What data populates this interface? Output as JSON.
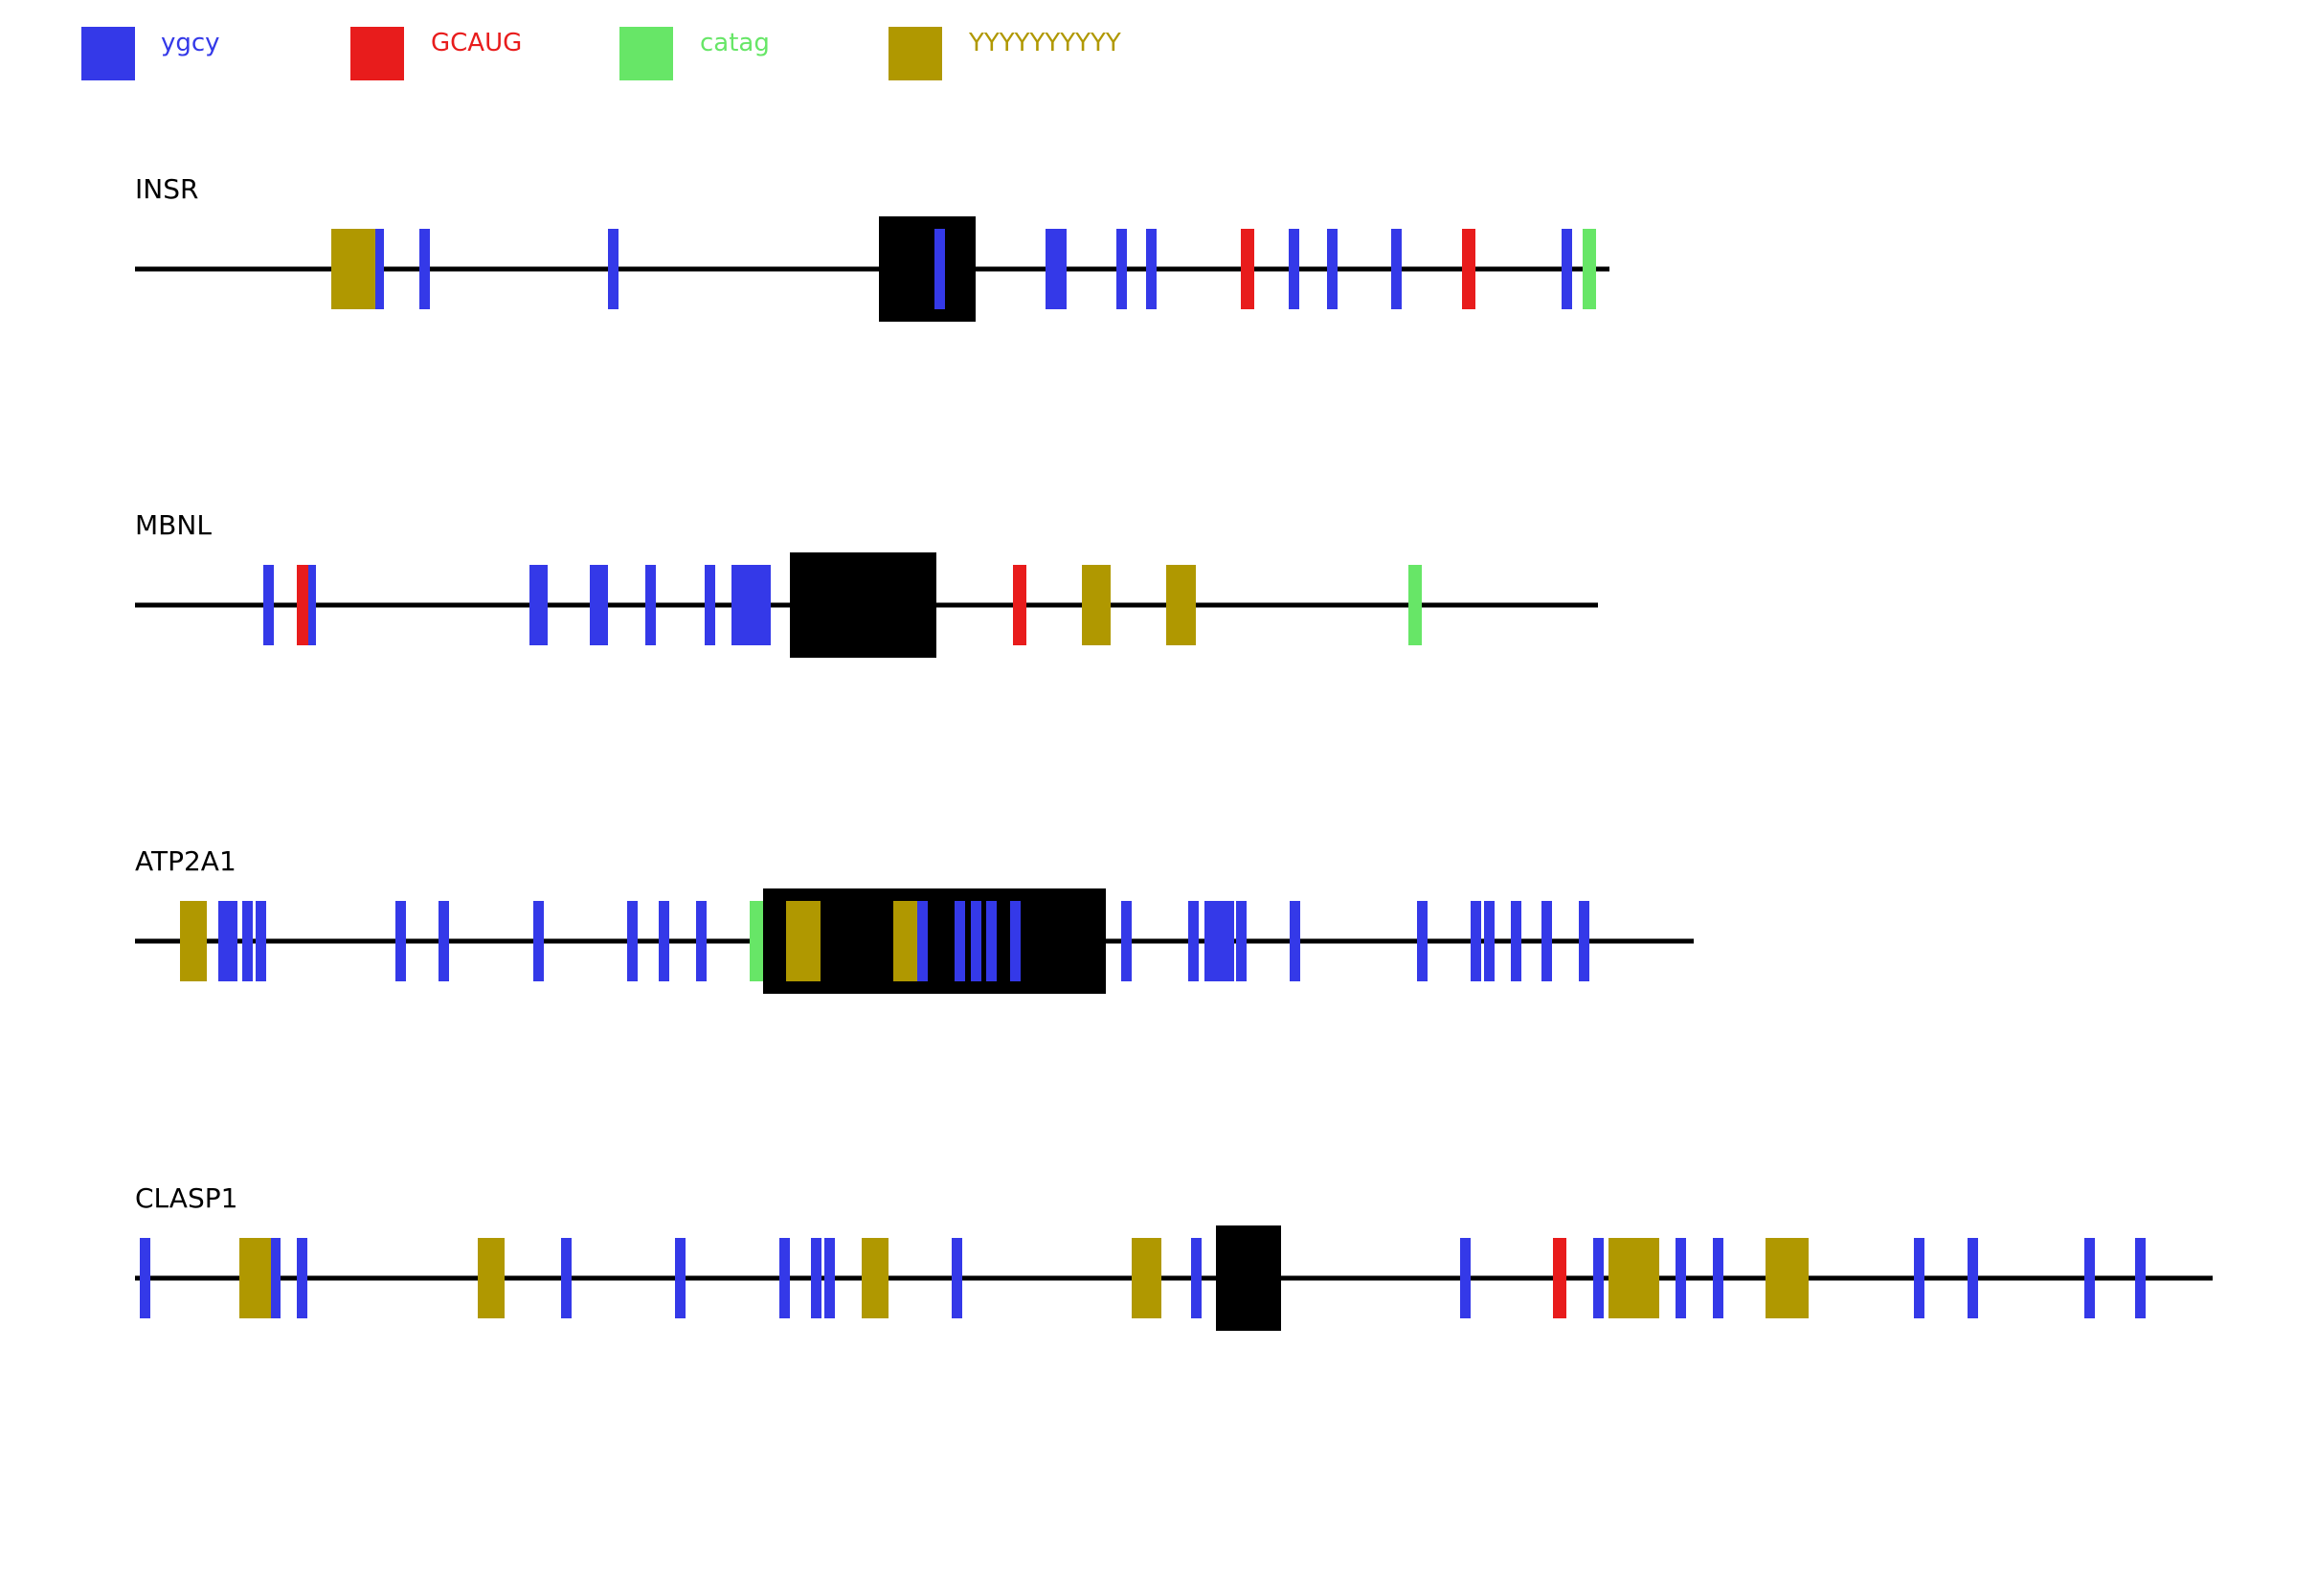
{
  "legend": [
    {
      "label": "ygcy",
      "color": "#3439e8"
    },
    {
      "label": "GCAUG",
      "color": "#e81c1c"
    },
    {
      "label": "catag",
      "color": "#67e667"
    },
    {
      "label": "YYYYYYYYYY",
      "color": "#b09800"
    }
  ],
  "colors": {
    "line": "#000000",
    "exon": "#000000"
  },
  "chart_data": {
    "type": "gene-motif-map",
    "tracks": [
      {
        "name": "INSR",
        "length": 1540,
        "exons": [
          [
            777,
            878
          ]
        ],
        "motifs": [
          {
            "type": "YYYYYYYYYY",
            "start": 205,
            "end": 253
          },
          {
            "type": "ygcy",
            "start": 251,
            "end": 260
          },
          {
            "type": "ygcy",
            "start": 297,
            "end": 308
          },
          {
            "type": "ygcy",
            "start": 494,
            "end": 505
          },
          {
            "type": "ygcy",
            "start": 835,
            "end": 846
          },
          {
            "type": "ygcy",
            "start": 951,
            "end": 973
          },
          {
            "type": "ygcy",
            "start": 1025,
            "end": 1036
          },
          {
            "type": "ygcy",
            "start": 1056,
            "end": 1067
          },
          {
            "type": "GCAUG",
            "start": 1155,
            "end": 1169
          },
          {
            "type": "ygcy",
            "start": 1205,
            "end": 1216
          },
          {
            "type": "ygcy",
            "start": 1245,
            "end": 1256
          },
          {
            "type": "ygcy",
            "start": 1312,
            "end": 1323
          },
          {
            "type": "GCAUG",
            "start": 1386,
            "end": 1400
          },
          {
            "type": "ygcy",
            "start": 1490,
            "end": 1501
          },
          {
            "type": "catag",
            "start": 1512,
            "end": 1526
          }
        ]
      },
      {
        "name": "MBNL",
        "length": 1528,
        "exons": [
          [
            684,
            837
          ]
        ],
        "motifs": [
          {
            "type": "ygcy",
            "start": 134,
            "end": 145
          },
          {
            "type": "GCAUG",
            "start": 169,
            "end": 183
          },
          {
            "type": "ygcy",
            "start": 181,
            "end": 189
          },
          {
            "type": "ygcy",
            "start": 412,
            "end": 431
          },
          {
            "type": "ygcy",
            "start": 475,
            "end": 494
          },
          {
            "type": "ygcy",
            "start": 533,
            "end": 544
          },
          {
            "type": "ygcy",
            "start": 595,
            "end": 606
          },
          {
            "type": "ygcy",
            "start": 623,
            "end": 664
          },
          {
            "type": "GCAUG",
            "start": 917,
            "end": 931
          },
          {
            "type": "YYYYYYYYYY",
            "start": 989,
            "end": 1019
          },
          {
            "type": "YYYYYYYYYY",
            "start": 1077,
            "end": 1108
          },
          {
            "type": "catag",
            "start": 1330,
            "end": 1344
          }
        ]
      },
      {
        "name": "ATP2A1",
        "length": 1628,
        "exons": [
          [
            656,
            1014
          ]
        ],
        "motifs": [
          {
            "type": "YYYYYYYYYY",
            "start": 47,
            "end": 75
          },
          {
            "type": "ygcy",
            "start": 87,
            "end": 107
          },
          {
            "type": "ygcy",
            "start": 112,
            "end": 123
          },
          {
            "type": "ygcy",
            "start": 126,
            "end": 137
          },
          {
            "type": "ygcy",
            "start": 272,
            "end": 283
          },
          {
            "type": "ygcy",
            "start": 317,
            "end": 328
          },
          {
            "type": "ygcy",
            "start": 416,
            "end": 427
          },
          {
            "type": "ygcy",
            "start": 514,
            "end": 525
          },
          {
            "type": "ygcy",
            "start": 547,
            "end": 558
          },
          {
            "type": "ygcy",
            "start": 586,
            "end": 597
          },
          {
            "type": "catag",
            "start": 642,
            "end": 656
          },
          {
            "type": "YYYYYYYYYY",
            "start": 680,
            "end": 716
          },
          {
            "type": "YYYYYYYYYY",
            "start": 792,
            "end": 820
          },
          {
            "type": "ygcy",
            "start": 817,
            "end": 828
          },
          {
            "type": "ygcy",
            "start": 856,
            "end": 867
          },
          {
            "type": "ygcy",
            "start": 873,
            "end": 884
          },
          {
            "type": "ygcy",
            "start": 889,
            "end": 900
          },
          {
            "type": "ygcy",
            "start": 914,
            "end": 925
          },
          {
            "type": "ygcy",
            "start": 1030,
            "end": 1041
          },
          {
            "type": "ygcy",
            "start": 1100,
            "end": 1111
          },
          {
            "type": "ygcy",
            "start": 1117,
            "end": 1148
          },
          {
            "type": "ygcy",
            "start": 1150,
            "end": 1161
          },
          {
            "type": "ygcy",
            "start": 1206,
            "end": 1217
          },
          {
            "type": "ygcy",
            "start": 1339,
            "end": 1350
          },
          {
            "type": "ygcy",
            "start": 1395,
            "end": 1406
          },
          {
            "type": "ygcy",
            "start": 1409,
            "end": 1420
          },
          {
            "type": "ygcy",
            "start": 1437,
            "end": 1448
          },
          {
            "type": "ygcy",
            "start": 1469,
            "end": 1480
          },
          {
            "type": "ygcy",
            "start": 1508,
            "end": 1519
          }
        ]
      },
      {
        "name": "CLASP1",
        "length": 2170,
        "exons": [
          [
            1129,
            1197
          ]
        ],
        "motifs": [
          {
            "type": "ygcy",
            "start": 5,
            "end": 16
          },
          {
            "type": "YYYYYYYYYY",
            "start": 109,
            "end": 144
          },
          {
            "type": "ygcy",
            "start": 142,
            "end": 152
          },
          {
            "type": "ygcy",
            "start": 169,
            "end": 180
          },
          {
            "type": "YYYYYYYYYY",
            "start": 358,
            "end": 386
          },
          {
            "type": "ygcy",
            "start": 445,
            "end": 456
          },
          {
            "type": "ygcy",
            "start": 564,
            "end": 575
          },
          {
            "type": "ygcy",
            "start": 673,
            "end": 684
          },
          {
            "type": "ygcy",
            "start": 706,
            "end": 717
          },
          {
            "type": "ygcy",
            "start": 720,
            "end": 731
          },
          {
            "type": "YYYYYYYYYY",
            "start": 759,
            "end": 787
          },
          {
            "type": "ygcy",
            "start": 853,
            "end": 864
          },
          {
            "type": "YYYYYYYYYY",
            "start": 1041,
            "end": 1072
          },
          {
            "type": "ygcy",
            "start": 1103,
            "end": 1114
          },
          {
            "type": "ygcy",
            "start": 1384,
            "end": 1395
          },
          {
            "type": "GCAUG",
            "start": 1481,
            "end": 1495
          },
          {
            "type": "ygcy",
            "start": 1523,
            "end": 1534
          },
          {
            "type": "YYYYYYYYYY",
            "start": 1539,
            "end": 1592
          },
          {
            "type": "ygcy",
            "start": 1609,
            "end": 1620
          },
          {
            "type": "ygcy",
            "start": 1648,
            "end": 1659
          },
          {
            "type": "YYYYYYYYYY",
            "start": 1703,
            "end": 1748
          },
          {
            "type": "ygcy",
            "start": 1858,
            "end": 1869
          },
          {
            "type": "ygcy",
            "start": 1914,
            "end": 1925
          },
          {
            "type": "ygcy",
            "start": 2036,
            "end": 2047
          },
          {
            "type": "ygcy",
            "start": 2089,
            "end": 2100
          }
        ]
      }
    ]
  }
}
